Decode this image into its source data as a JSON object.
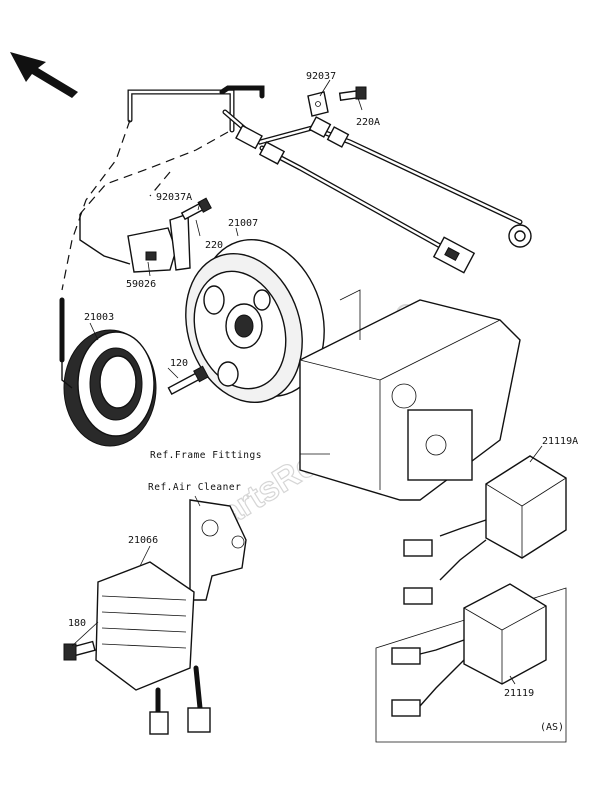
{
  "labels": {
    "p92037": "92037",
    "p220A": "220A",
    "p92037A": "92037A",
    "p21007": "21007",
    "p220": "220",
    "p59026": "59026",
    "p21003": "21003",
    "p120": "120",
    "p21119A": "21119A",
    "p21066": "21066",
    "p180": "180",
    "p21119": "21119",
    "ref_frame": "Ref.Frame Fittings",
    "ref_air": "Ref.Air Cleaner",
    "as_note": "(AS)"
  },
  "watermark": "PartsRepublik"
}
